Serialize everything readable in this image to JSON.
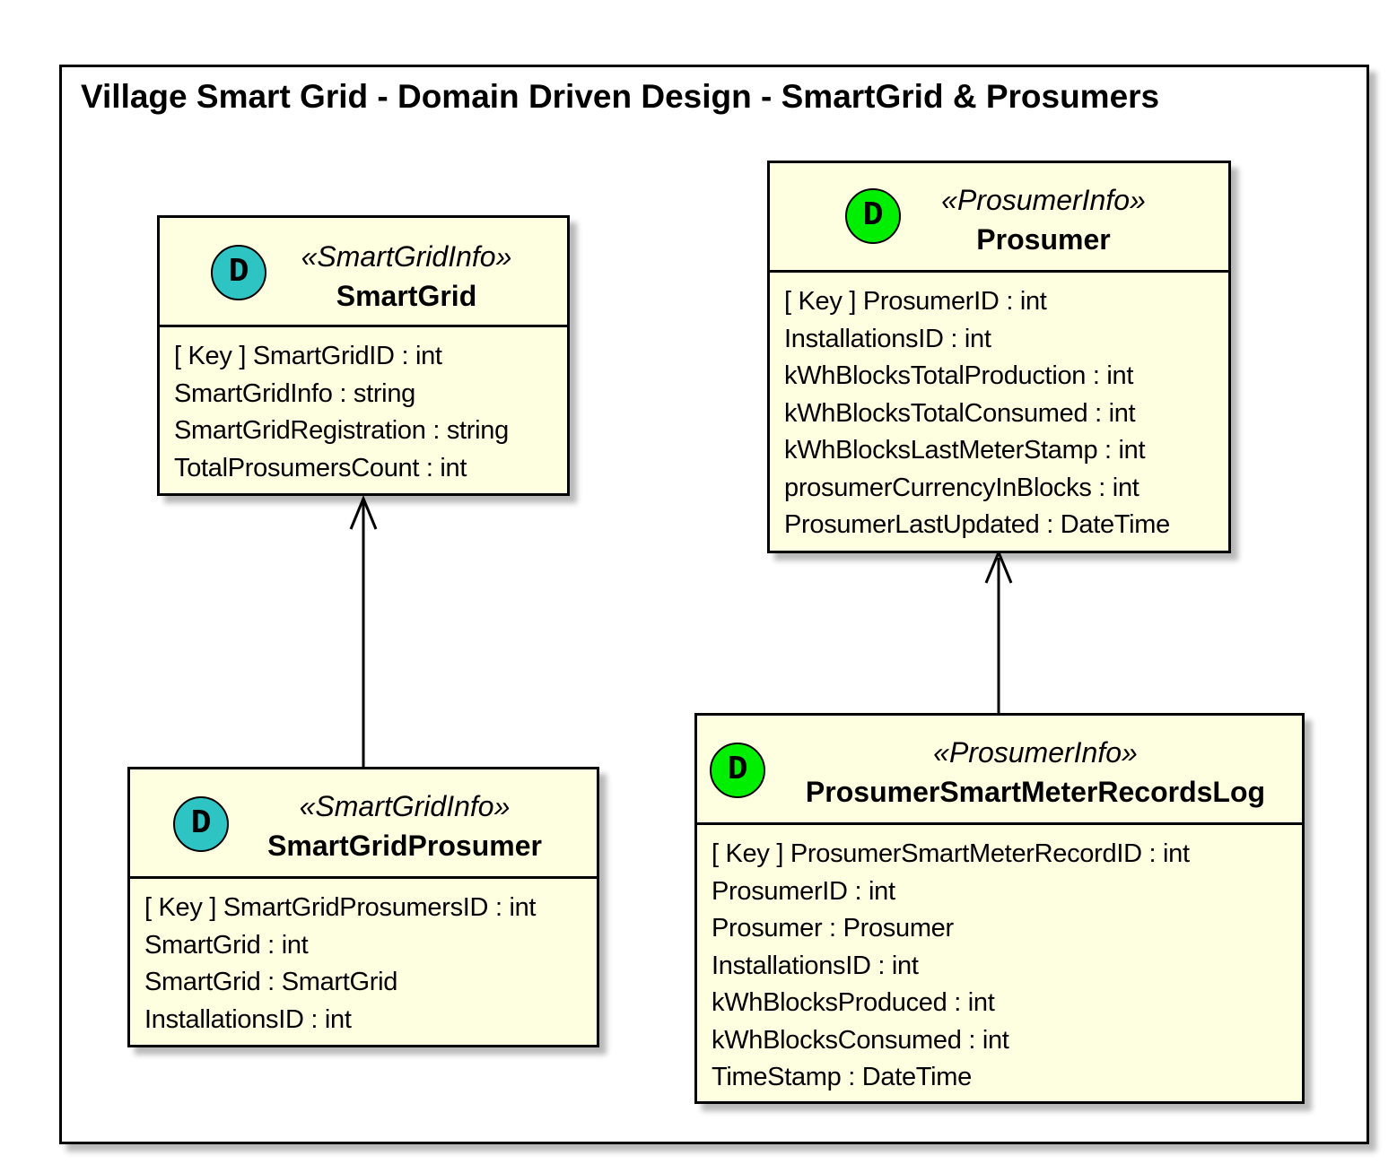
{
  "package": {
    "title": "Village Smart Grid - Domain Driven Design - SmartGrid & Prosumers"
  },
  "colors": {
    "class_fill": "#fefee0",
    "smartgrid_circle": "#2ec4c4",
    "prosumer_circle": "#00ee00",
    "border": "#000000"
  },
  "classes": {
    "smartgrid": {
      "circle": "D",
      "stereotype": "«SmartGridInfo»",
      "name": "SmartGrid",
      "fields": [
        "[ Key ] SmartGridID : int",
        "SmartGridInfo : string",
        "SmartGridRegistration : string",
        "TotalProsumersCount : int"
      ]
    },
    "smartgrid_prosumer": {
      "circle": "D",
      "stereotype": "«SmartGridInfo»",
      "name": "SmartGridProsumer",
      "fields": [
        "[ Key ] SmartGridProsumersID : int",
        "SmartGrid : int",
        "SmartGrid : SmartGrid",
        "InstallationsID : int"
      ]
    },
    "prosumer": {
      "circle": "D",
      "stereotype": "«ProsumerInfo»",
      "name": "Prosumer",
      "fields": [
        "[ Key ] ProsumerID : int",
        "InstallationsID : int",
        "kWhBlocksTotalProduction : int",
        "kWhBlocksTotalConsumed : int",
        "kWhBlocksLastMeterStamp : int",
        "prosumerCurrencyInBlocks : int",
        "ProsumerLastUpdated : DateTime"
      ]
    },
    "records_log": {
      "circle": "D",
      "stereotype": "«ProsumerInfo»",
      "name": "ProsumerSmartMeterRecordsLog",
      "fields": [
        "[ Key ] ProsumerSmartMeterRecordID : int",
        "ProsumerID : int",
        "Prosumer : Prosumer",
        "InstallationsID : int",
        "kWhBlocksProduced : int",
        "kWhBlocksConsumed : int",
        "TimeStamp : DateTime"
      ]
    }
  },
  "relations": [
    {
      "from": "SmartGridProsumer",
      "to": "SmartGrid",
      "type": "association-arrow"
    },
    {
      "from": "ProsumerSmartMeterRecordsLog",
      "to": "Prosumer",
      "type": "association-arrow"
    }
  ]
}
